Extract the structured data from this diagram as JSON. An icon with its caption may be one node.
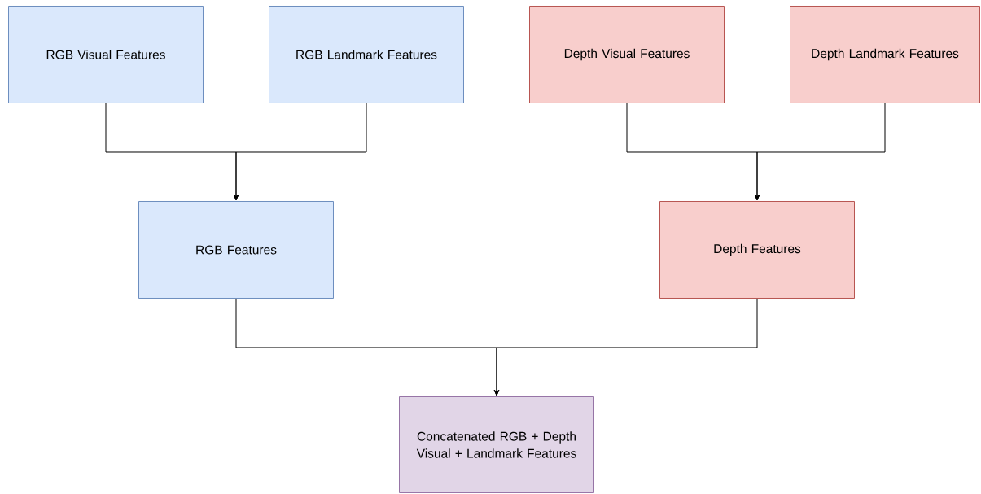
{
  "diagram": {
    "nodes": [
      {
        "text": [
          "RGB Visual Features"
        ]
      },
      {
        "text": [
          "RGB Landmark Features"
        ]
      },
      {
        "text": [
          "Depth Visual Features"
        ]
      },
      {
        "text": [
          "Depth Landmark Features"
        ]
      },
      {
        "text": [
          "RGB Features"
        ]
      },
      {
        "text": [
          "Depth Features"
        ]
      },
      {
        "text": [
          "Concatenated RGB + Depth Visual + Landmark Features"
        ]
      }
    ],
    "edges": [
      {
        "from": 0,
        "to": 4,
        "arrow": "to"
      },
      {
        "from": 1,
        "to": 4,
        "arrow": "to"
      },
      {
        "from": 2,
        "to": 5,
        "arrow": "to"
      },
      {
        "from": 3,
        "to": 5,
        "arrow": "to"
      },
      {
        "from": 4,
        "to": 6,
        "arrow": "to"
      },
      {
        "from": 5,
        "to": 6,
        "arrow": "to"
      }
    ]
  }
}
